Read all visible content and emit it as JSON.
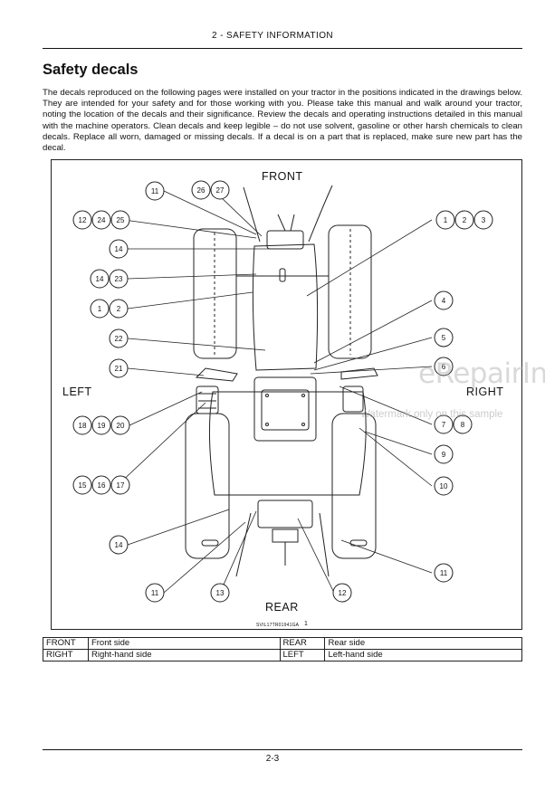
{
  "header": {
    "section": "2 - SAFETY INFORMATION"
  },
  "title": "Safety decals",
  "intro": "The decals reproduced on the following pages were installed on your tractor in the positions indicated in the drawings below. They are intended for your safety and for those working with you. Please take this manual and walk around your tractor, noting the location of the decals and their significance. Review the decals and operating instructions detailed in this manual with the machine operators. Clean decals and keep legible – do not use solvent, gasoline or other harsh chemicals to clean decals. Replace all worn, damaged or missing decals. If a decal is on a part that is replaced, make sure new part has the decal.",
  "figure": {
    "labels": {
      "front": "FRONT",
      "rear": "REAR",
      "left": "LEFT",
      "right": "RIGHT"
    },
    "code": "SVIL17TR01941GA",
    "number": "1",
    "callouts": [
      {
        "group": "c1",
        "numbers": [
          "11"
        ]
      },
      {
        "group": "c2",
        "numbers": [
          "26",
          "27"
        ]
      },
      {
        "group": "c3",
        "numbers": [
          "12",
          "24",
          "25"
        ]
      },
      {
        "group": "c4",
        "numbers": [
          "14"
        ]
      },
      {
        "group": "c5",
        "numbers": [
          "14",
          "23"
        ]
      },
      {
        "group": "c6",
        "numbers": [
          "1",
          "2"
        ]
      },
      {
        "group": "c7",
        "numbers": [
          "22"
        ]
      },
      {
        "group": "c8",
        "numbers": [
          "21"
        ]
      },
      {
        "group": "c9",
        "numbers": [
          "18",
          "19",
          "20"
        ]
      },
      {
        "group": "c10",
        "numbers": [
          "15",
          "16",
          "17"
        ]
      },
      {
        "group": "c11",
        "numbers": [
          "14"
        ]
      },
      {
        "group": "c12",
        "numbers": [
          "11"
        ]
      },
      {
        "group": "c13",
        "numbers": [
          "13"
        ]
      },
      {
        "group": "c14",
        "numbers": [
          "12"
        ]
      },
      {
        "group": "c15",
        "numbers": [
          "1",
          "2",
          "3"
        ]
      },
      {
        "group": "c16",
        "numbers": [
          "4"
        ]
      },
      {
        "group": "c17",
        "numbers": [
          "5"
        ]
      },
      {
        "group": "c18",
        "numbers": [
          "6"
        ]
      },
      {
        "group": "c19",
        "numbers": [
          "7",
          "8"
        ]
      },
      {
        "group": "c20",
        "numbers": [
          "9"
        ]
      },
      {
        "group": "c21",
        "numbers": [
          "10"
        ]
      },
      {
        "group": "c22",
        "numbers": [
          "11"
        ]
      }
    ]
  },
  "legend": [
    [
      "FRONT",
      "Front side",
      "REAR",
      "Rear side"
    ],
    [
      "RIGHT",
      "Right-hand side",
      "LEFT",
      "Left-hand side"
    ]
  ],
  "watermark": {
    "brand": "eRepairInfo.com",
    "note": "Watermark only on this sample"
  },
  "footer": {
    "page": "2-3"
  }
}
